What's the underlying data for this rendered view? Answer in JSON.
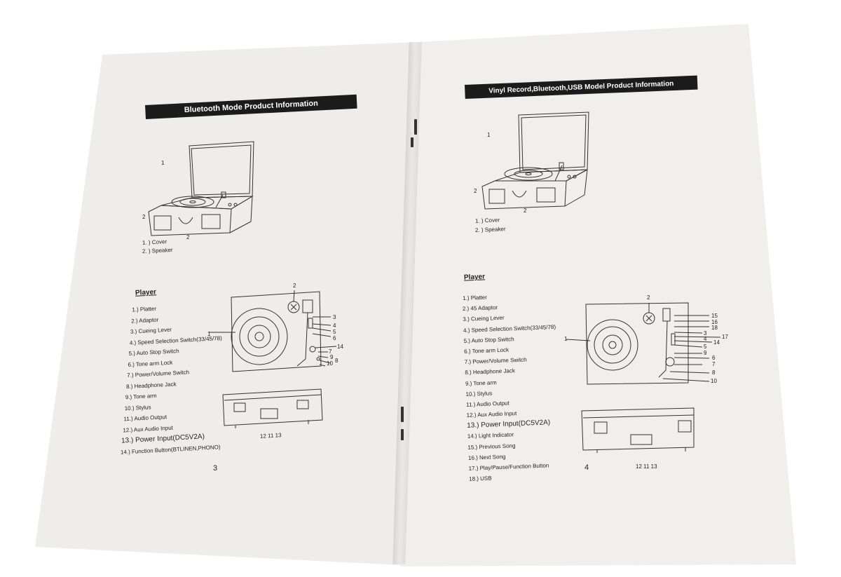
{
  "left_page": {
    "banner": "Bluetooth Mode Product Information",
    "callouts_top": [
      "1",
      "2",
      "2"
    ],
    "parts_top": [
      "1. ) Cover",
      "2. ) Speaker"
    ],
    "player_heading": "Player",
    "player_items": [
      "1.)  Platter",
      "2.)  Adaptor",
      "3.)  Cueing Lever",
      "4.)  Speed Selection Switch(33/45/78)",
      "5.)  Auto Stop Switch",
      "6.)  Tone arm Lock",
      "7.)  Power/Volume Switch",
      "8.)  Headphone Jack",
      "9.)  Tone arm",
      "10.)  Stylus",
      "11.)  Audio Output",
      "12.)  Aux Audio Input",
      "13.)  Power Input(DC5V2A)",
      "14.)  Function Button(BTLINEN,PHONO)"
    ],
    "diagram_callouts": [
      "2",
      "1",
      "3",
      "4",
      "5",
      "6",
      "14",
      "7",
      "9",
      "10",
      "8"
    ],
    "back_callouts": "12 11 13",
    "page_number": "3"
  },
  "right_page": {
    "banner": "Vinyl Record,Bluetooth,USB Model Product Information",
    "callouts_top": [
      "1",
      "2",
      "2"
    ],
    "parts_top": [
      "1. ) Cover",
      "2. ) Speaker"
    ],
    "player_heading": "Player",
    "player_items": [
      "1.)  Platter",
      "2.)  45 Adaptor",
      "3.)  Cueing Lever",
      "4.)  Speed Selection Switch(33/45/78)",
      "5.)  Auto Stop Switch",
      "6.)  Tone arm Lock",
      "7.)  Power/Volume Switch",
      "8.)  Headphone Jack",
      "9.)  Tone arm",
      "10.)  Stylus",
      "11.)  Audio Output",
      "12.)  Aux Audio Input",
      "13.)  Power Input(DC5V2A)",
      "14.)  Light Indicator",
      "15.)  Previous Song",
      "16.)  Next Song",
      "17.)  Play/Pause/Function Button",
      "18.)  USB"
    ],
    "diagram_callouts": [
      "2",
      "1",
      "15",
      "16",
      "18",
      "3",
      "4",
      "5",
      "17",
      "14",
      "9",
      "6",
      "7",
      "8",
      "10"
    ],
    "back_callouts": "12 11 13",
    "page_number": "4"
  }
}
